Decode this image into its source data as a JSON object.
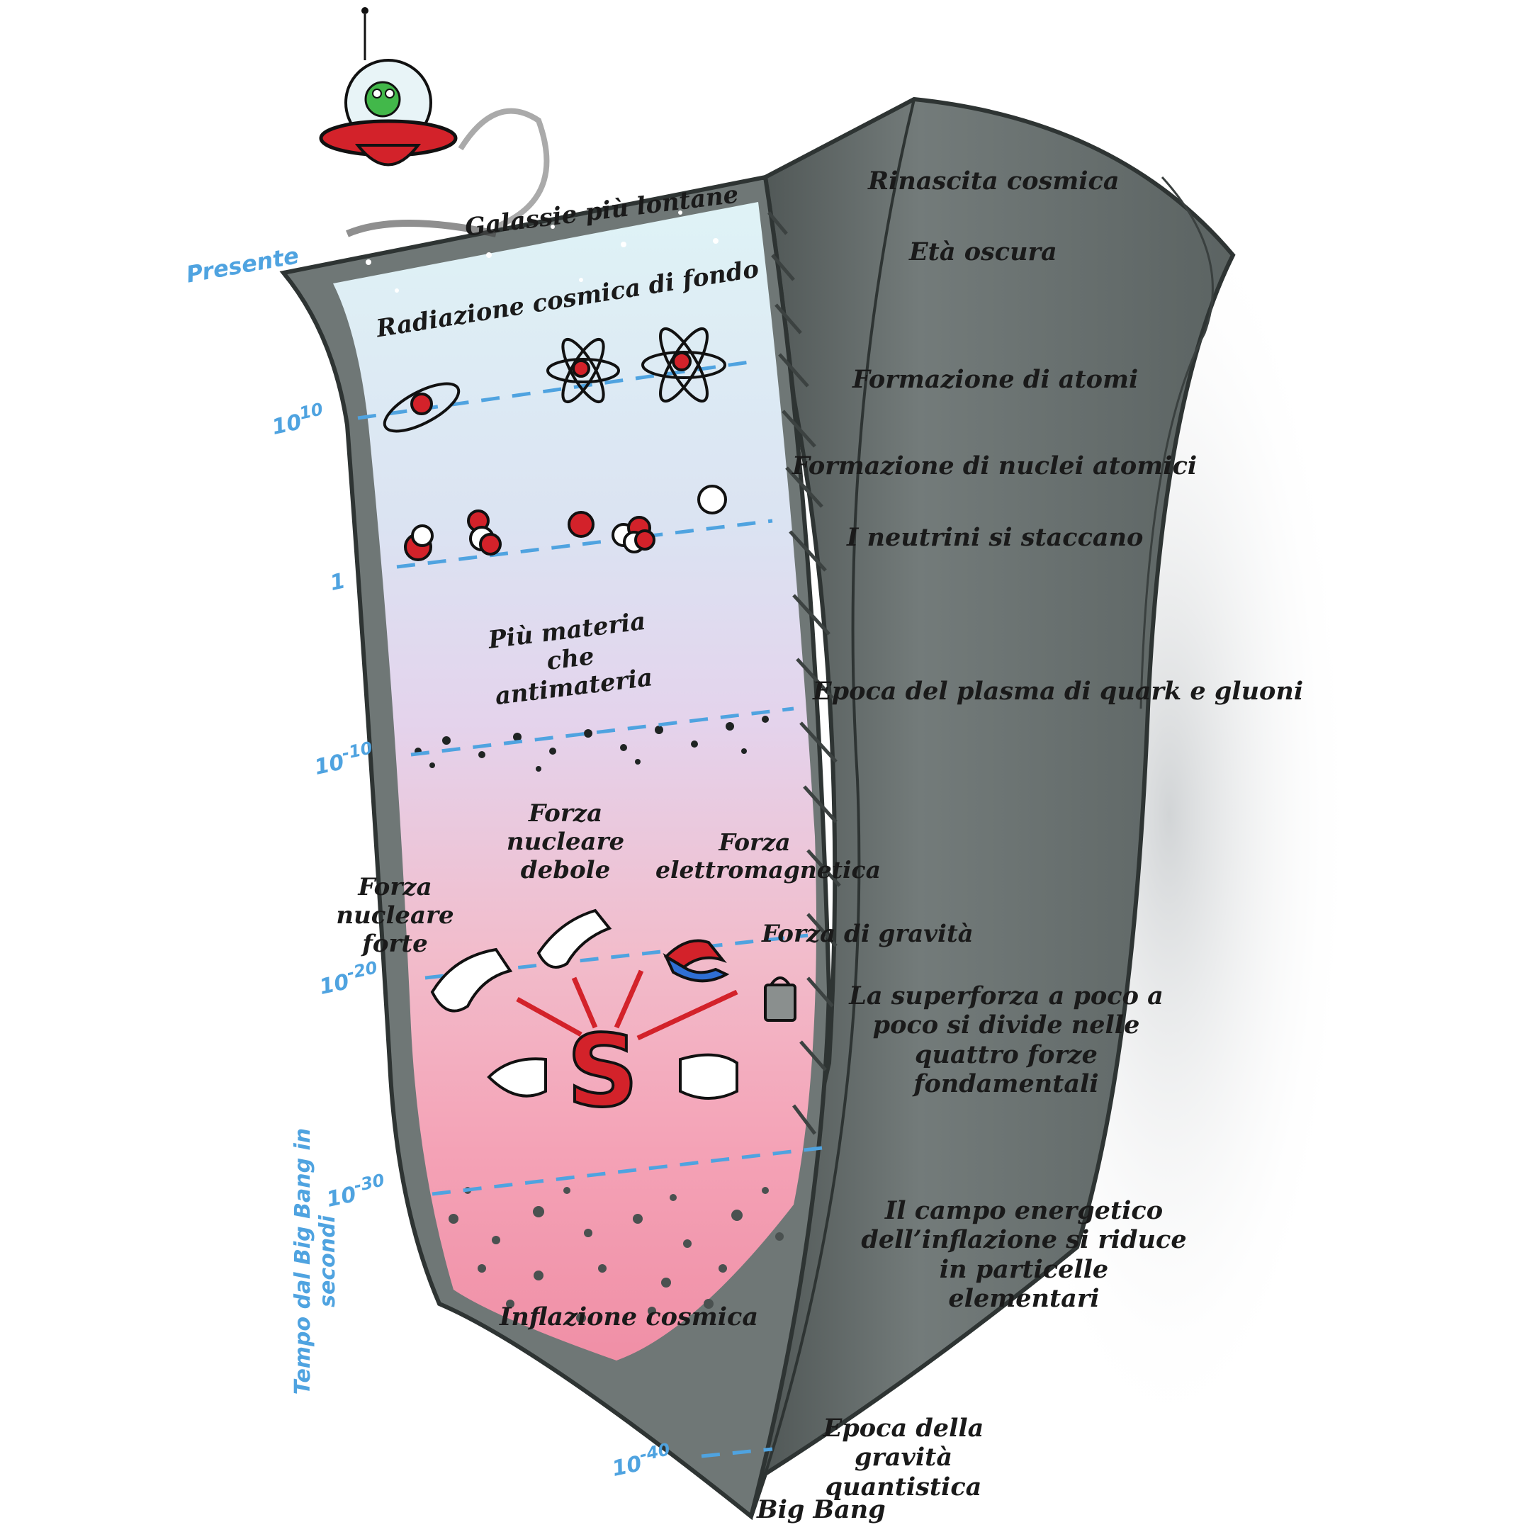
{
  "axis": {
    "title": "Tempo dal Big Bang in secondi",
    "present_label": "Presente",
    "ticks": [
      {
        "base": "10",
        "exp": "10"
      },
      {
        "base": "1",
        "exp": ""
      },
      {
        "base": "10",
        "exp": "-10"
      },
      {
        "base": "10",
        "exp": "-20"
      },
      {
        "base": "10",
        "exp": "-30"
      },
      {
        "base": "10",
        "exp": "-40"
      }
    ]
  },
  "inner_labels": {
    "galaxies": "Galassie più lontane",
    "cmb": "Radiazione cosmica di fondo",
    "matter": "Più materia che antimateria",
    "weak": "Forza nucleare debole",
    "electromagnetic": "Forza elettromagnetica",
    "strong": "Forza nucleare forte",
    "gravity_force": "Forza di gravità",
    "inflation": "Inflazione cosmica",
    "superforce_letter": "S"
  },
  "epochs": {
    "rebirth": "Rinascita cosmica",
    "dark_age": "Età oscura",
    "atoms": "Formazione di atomi",
    "nuclei": "Formazione di nuclei atomici",
    "neutrinos": "I neutrini si staccano",
    "plasma": "Epoca del plasma di quark e gluoni",
    "superforce": "La superforza a poco a poco si divide nelle quattro forze fondamentali",
    "inflation_field": "Il campo energetico dell’inflazione si riduce in particelle elementari",
    "quantum_gravity": "Epoca della gravità quantistica",
    "big_bang": "Big Bang"
  },
  "colors": {
    "funnel_gray": "#6f7776",
    "funnel_dark": "#3f4645",
    "sky_top": "#dff3f6",
    "sky_mid": "#e2d6ee",
    "sky_bottom": "#f3a2b6",
    "accent_blue": "#4fa3e0",
    "accent_red": "#d3222a"
  },
  "icons": [
    "ufo-alien-icon",
    "atom-icon",
    "nucleus-icon",
    "flexed-arm-icon",
    "magnet-icon",
    "weight-icon",
    "superforce-s-icon"
  ]
}
